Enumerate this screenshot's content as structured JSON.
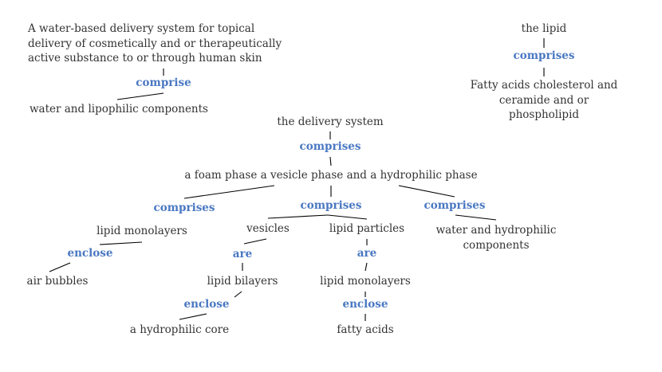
{
  "colors": {
    "relation": "#4a78c2",
    "text": "#333333",
    "edge": "#000000"
  },
  "tree1": {
    "root_lines": [
      "A water-based delivery system for topical",
      "delivery of cosmetically and or therapeutically",
      "active substance to or through human skin"
    ],
    "relation": "comprise",
    "child": "water and lipophilic components"
  },
  "tree2": {
    "root": "the lipid",
    "relation": "comprises",
    "child_lines": [
      "Fatty acids cholesterol and",
      "ceramide and or",
      "phospholipid"
    ]
  },
  "tree3": {
    "root": "the delivery system",
    "relation": "comprises",
    "phase": "a foam phase a vesicle phase and a hydrophilic phase",
    "left": {
      "relation": "comprises",
      "node": "lipid monolayers",
      "relation2": "enclose",
      "leaf": "air bubbles"
    },
    "middle": {
      "relation": "comprises",
      "vesicles": "vesicles",
      "vesicles_relation": "are",
      "bilayers": "lipid bilayers",
      "bilayers_relation": "enclose",
      "core": "a hydrophilic core",
      "particles": "lipid particles",
      "particles_relation": "are",
      "monolayers": "lipid monolayers",
      "monolayers_relation": "enclose",
      "fatty": "fatty acids"
    },
    "right": {
      "relation": "comprises",
      "leaf_lines": [
        "water and hydrophilic",
        "components"
      ]
    }
  }
}
